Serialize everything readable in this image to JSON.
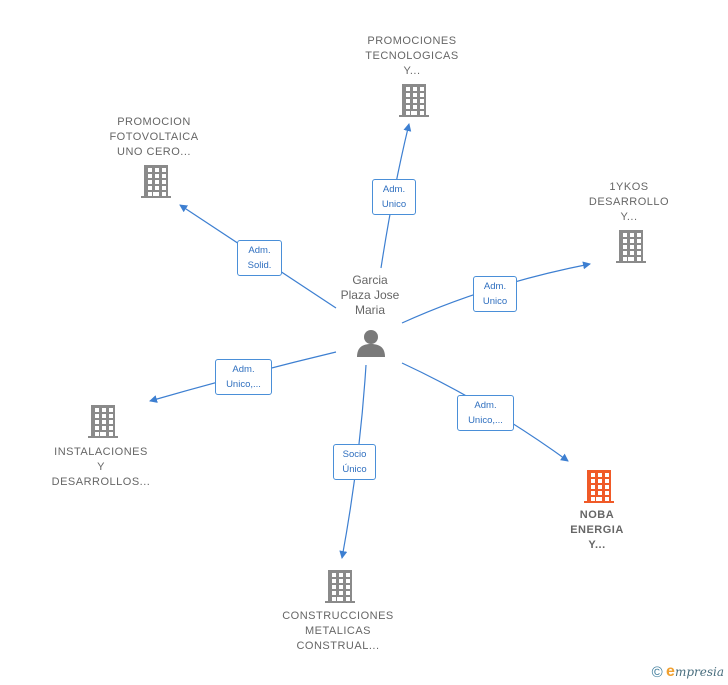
{
  "center": {
    "lines": [
      "Garcia",
      "Plaza Jose",
      "Maria"
    ]
  },
  "companies": [
    {
      "id": "promociones",
      "lines": [
        "PROMOCIONES",
        "TECNOLOGICAS",
        "Y..."
      ],
      "color": "#8a8a8a"
    },
    {
      "id": "promocion",
      "lines": [
        "PROMOCION",
        "FOTOVOLTAICA",
        "UNO CERO..."
      ],
      "color": "#8a8a8a"
    },
    {
      "id": "yikos",
      "lines": [
        "1YKOS",
        "DESARROLLO",
        "Y..."
      ],
      "color": "#8a8a8a"
    },
    {
      "id": "instalaciones",
      "lines": [
        "INSTALACIONES",
        "Y",
        "DESARROLLOS..."
      ],
      "color": "#8a8a8a"
    },
    {
      "id": "noba",
      "lines": [
        "NOBA",
        "ENERGIA",
        "Y..."
      ],
      "color": "#f05a28"
    },
    {
      "id": "construcciones",
      "lines": [
        "CONSTRUCCIONES",
        "METALICAS",
        "CONSTRUAL..."
      ],
      "color": "#8a8a8a"
    }
  ],
  "edges": [
    {
      "to": "promociones",
      "lines": [
        "Adm.",
        "Unico"
      ]
    },
    {
      "to": "promocion",
      "lines": [
        "Adm.",
        "Solid."
      ]
    },
    {
      "to": "yikos",
      "lines": [
        "Adm.",
        "Unico"
      ]
    },
    {
      "to": "instalaciones",
      "lines": [
        "Adm.",
        "Unico,..."
      ]
    },
    {
      "to": "noba",
      "lines": [
        "Adm.",
        "Unico,..."
      ]
    },
    {
      "to": "construcciones",
      "lines": [
        "Socio",
        "Único"
      ]
    }
  ],
  "footer": {
    "copyright": "©",
    "brand_initial": "e",
    "brand_rest": "mpresia"
  },
  "colors": {
    "edge": "#3d7fd1",
    "person": "#7a7a7a",
    "company": "#8a8a8a",
    "highlight": "#f05a28"
  }
}
